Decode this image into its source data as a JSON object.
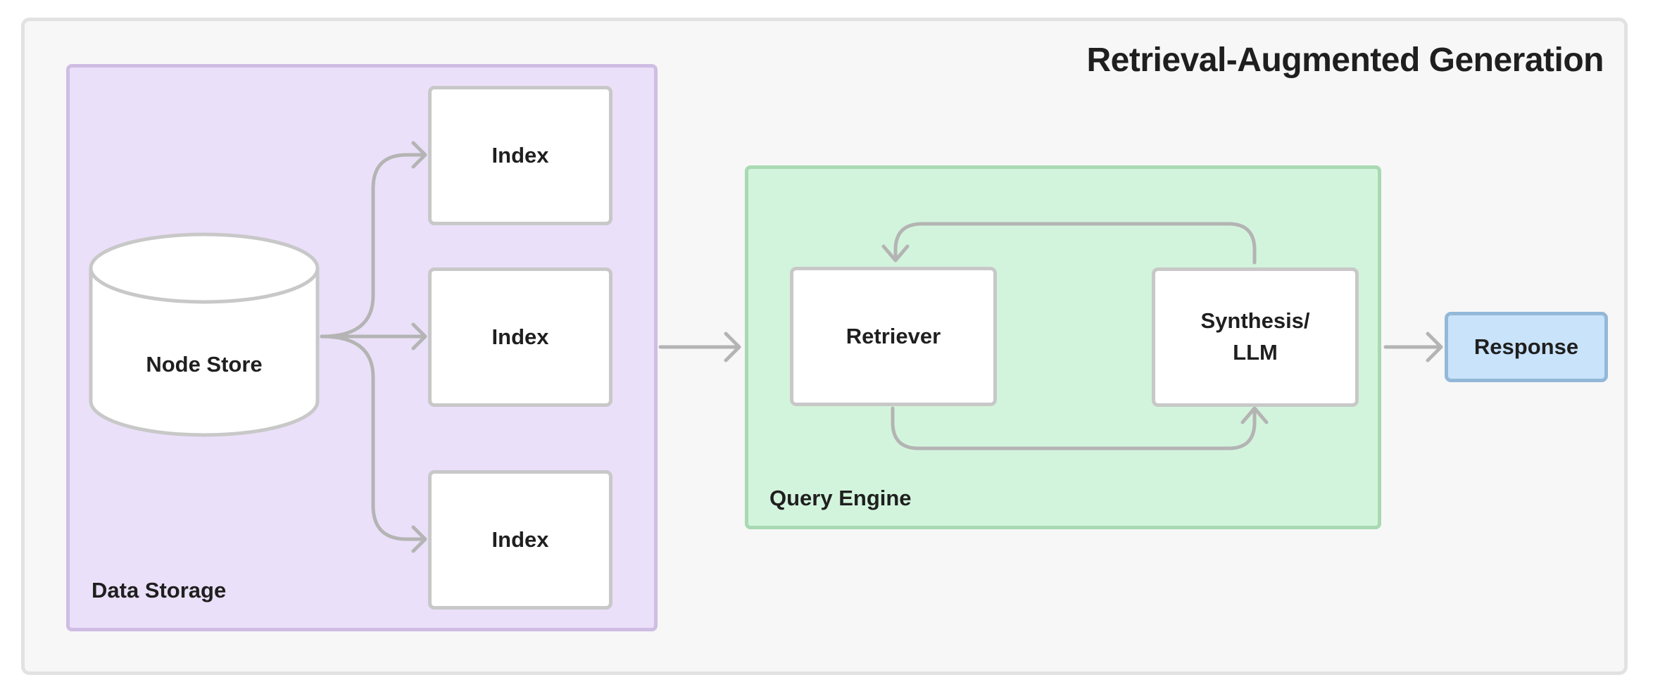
{
  "diagram": {
    "title": "Retrieval-Augmented Generation",
    "data_storage": {
      "label": "Data Storage",
      "node_store_label": "Node Store",
      "indexes": [
        "Index",
        "Index",
        "Index"
      ]
    },
    "query_engine": {
      "label": "Query Engine",
      "retriever_label": "Retriever",
      "synthesis_label": "Synthesis/\nLLM"
    },
    "response_label": "Response",
    "colors": {
      "data_storage_fill": "#ebe0f9",
      "data_storage_border": "#cfbde3",
      "query_engine_fill": "#d3f4dc",
      "query_engine_border": "#a8d9b3",
      "response_fill": "#c9e3fb",
      "response_border": "#93b8d8",
      "connector": "#b4b4b4"
    }
  }
}
